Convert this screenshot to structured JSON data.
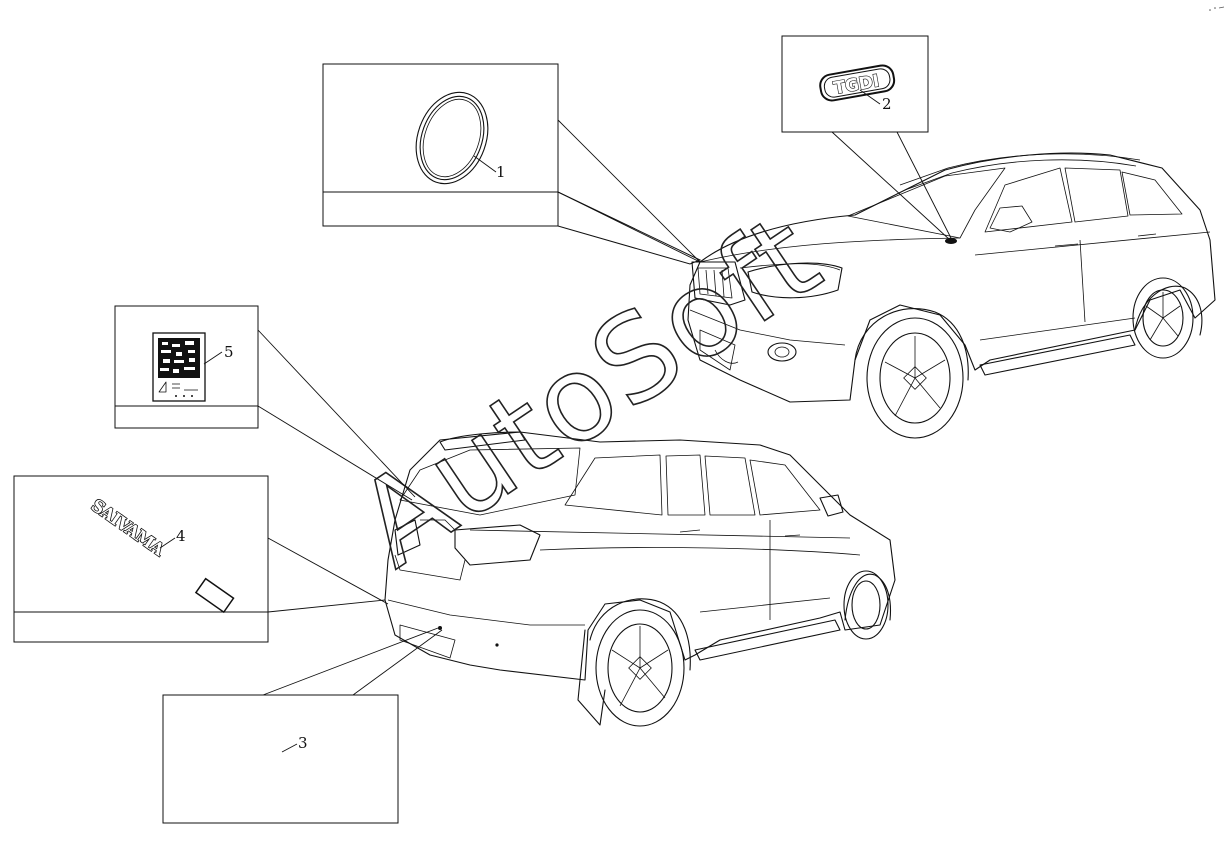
{
  "watermark": {
    "text": "AutoSoft"
  },
  "badge_tgdi": {
    "text": "TGDI"
  },
  "callouts": [
    {
      "id": "1",
      "label": "1"
    },
    {
      "id": "2",
      "label": "2"
    },
    {
      "id": "3",
      "label": "3"
    },
    {
      "id": "4",
      "label": "4"
    },
    {
      "id": "5",
      "label": "5"
    }
  ]
}
